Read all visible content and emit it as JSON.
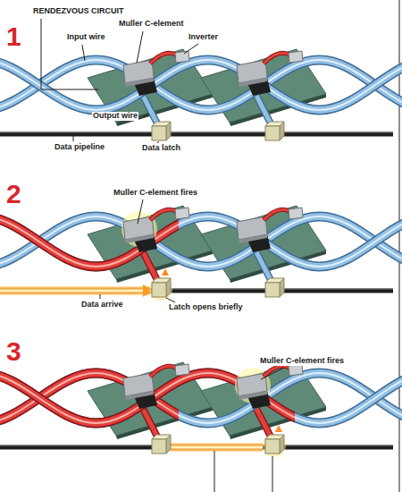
{
  "diagram": {
    "labels": [
      "RENDEZVOUS CIRCUIT",
      "Muller C-element",
      "Inverter",
      "Input wire",
      "1",
      "Output wire",
      "Data pipeline",
      "Data latch",
      "2",
      "Muller C-element fires",
      "Data arrive",
      "Latch opens briefly",
      "3",
      "Muller C-element fires"
    ]
  }
}
